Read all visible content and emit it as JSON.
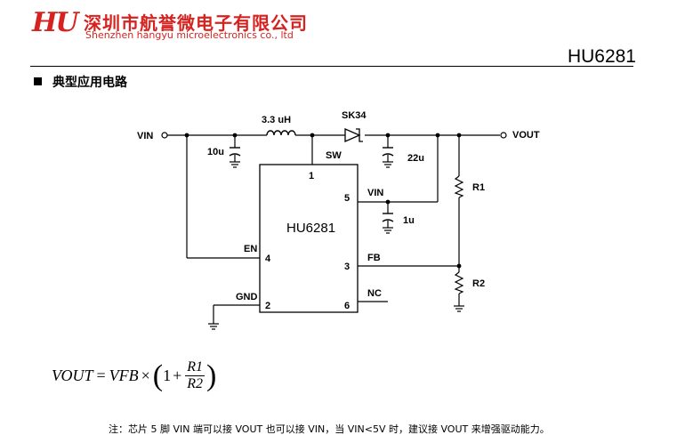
{
  "header": {
    "logo_text": "HU",
    "company_cn": "深圳市航誉微电子有限公司",
    "company_en": "Shenzhen hangyu microelectronics co., ltd",
    "part_number": "HU6281"
  },
  "section": {
    "title": "典型应用电路"
  },
  "schematic": {
    "chip_name": "HU6281",
    "labels": {
      "vin": "VIN",
      "vout": "VOUT",
      "inductor": "3.3 uH",
      "diode": "SK34",
      "cap_in": "10u",
      "cap_out": "22u",
      "cap_vin": "1u",
      "r1": "R1",
      "r2": "R2"
    },
    "pins": {
      "sw": "SW",
      "sw_num": "1",
      "vin": "VIN",
      "vin_num": "5",
      "en": "EN",
      "en_num": "4",
      "fb": "FB",
      "fb_num": "3",
      "gnd": "GND",
      "gnd_num": "2",
      "nc": "NC",
      "nc_num": "6"
    }
  },
  "formula": {
    "lhs": "VOUT",
    "eq": "=",
    "vfb": "VFB",
    "times": "×",
    "one": "1",
    "plus": "+",
    "num": "R1",
    "den": "R2"
  },
  "note": "注：芯片 5 脚 VIN 端可以接 VOUT 也可以接 VIN，当 VIN<5V 时，建议接 VOUT 来增强驱动能力。"
}
